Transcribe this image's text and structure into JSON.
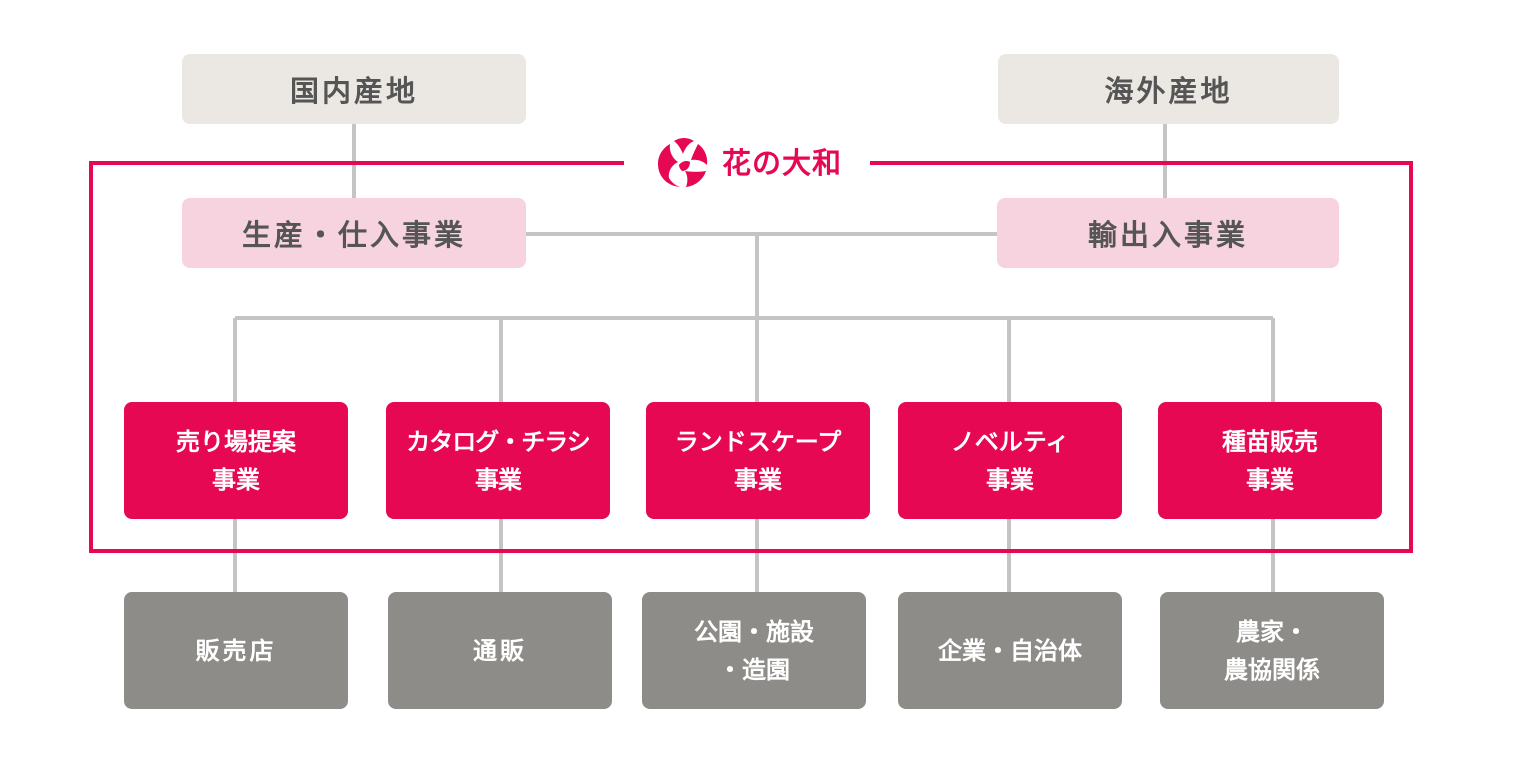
{
  "brand": {
    "name": "花の大和",
    "logo_icon": "flower-logo-icon",
    "color": "#e60853"
  },
  "origins": [
    {
      "label": "国内産地"
    },
    {
      "label": "海外産地"
    }
  ],
  "businesses": [
    {
      "label": "生産・仕入事業"
    },
    {
      "label": "輸出入事業"
    }
  ],
  "units": [
    {
      "line1": "売り場提案",
      "line2": "事業"
    },
    {
      "line1": "カタログ・チラシ",
      "line2": "事業"
    },
    {
      "line1": "ランドスケープ",
      "line2": "事業"
    },
    {
      "line1": "ノベルティ",
      "line2": "事業"
    },
    {
      "line1": "種苗販売",
      "line2": "事業"
    }
  ],
  "destinations": [
    {
      "line1": "販売店",
      "line2": ""
    },
    {
      "line1": "通販",
      "line2": ""
    },
    {
      "line1": "公園・施設",
      "line2": "・造園"
    },
    {
      "line1": "企業・自治体",
      "line2": ""
    },
    {
      "line1": "農家・",
      "line2": "農協関係"
    }
  ],
  "colors": {
    "accent": "#e60853",
    "origin_bg": "#ebe7e2",
    "business_bg": "#f7d3df",
    "destination_bg": "#8d8c88",
    "connector": "#c4c4c4"
  }
}
